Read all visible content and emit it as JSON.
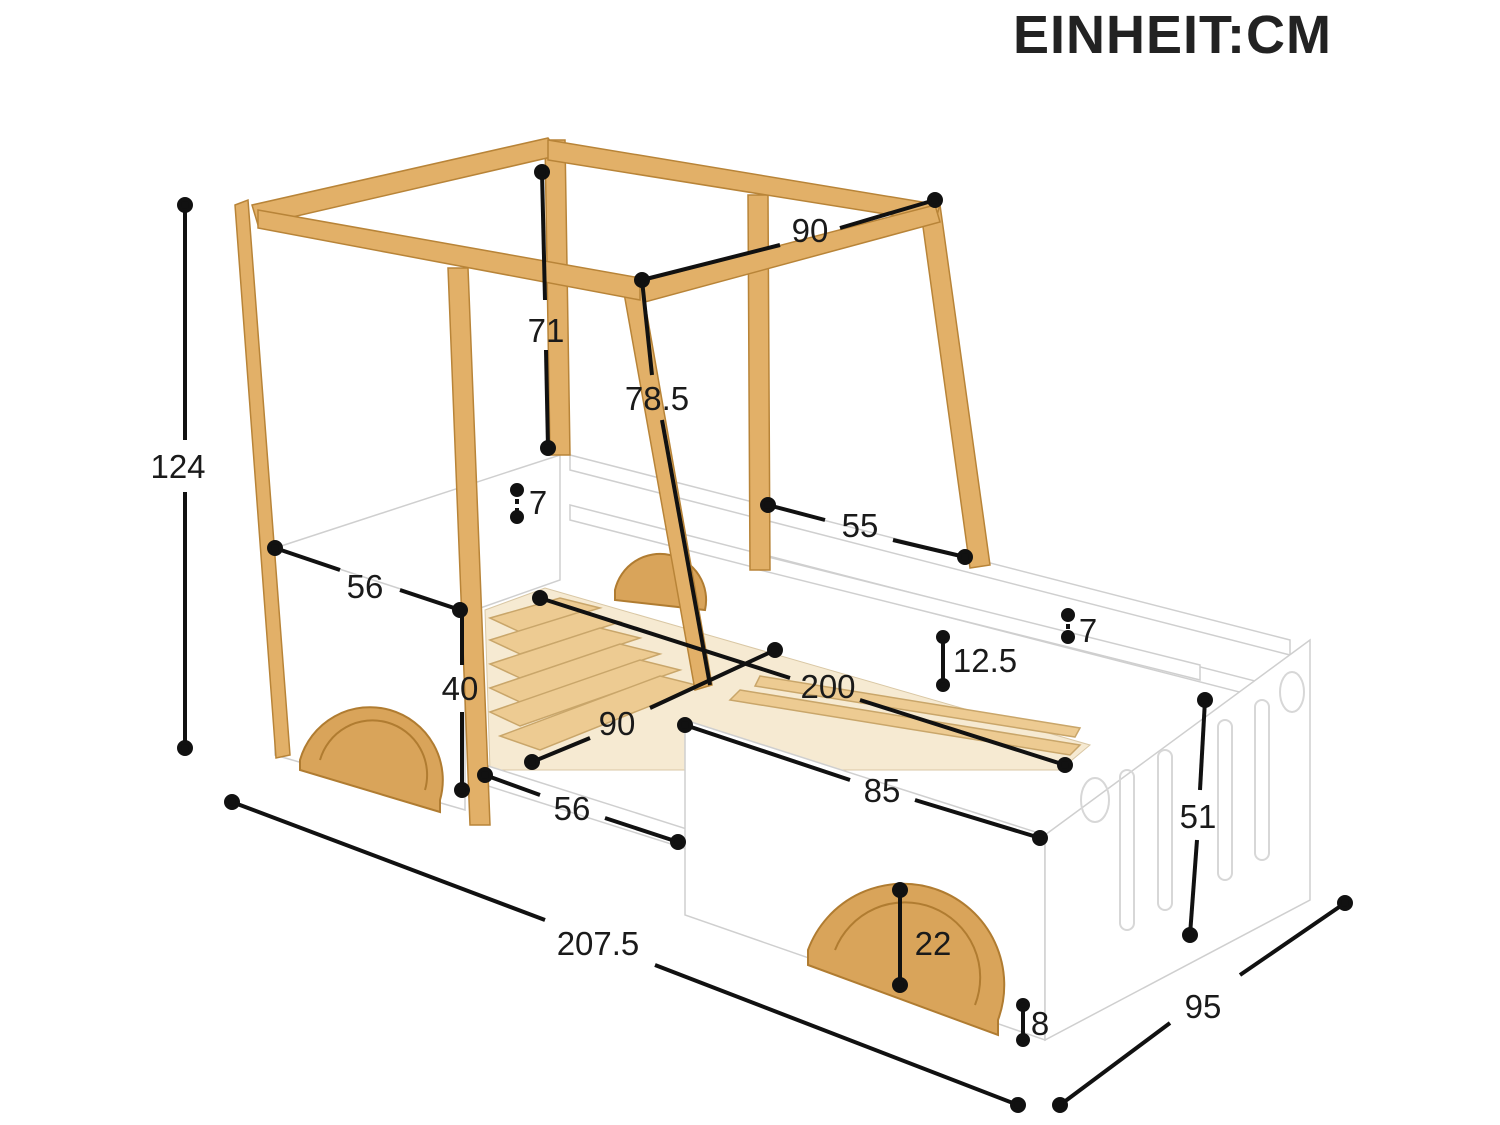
{
  "unit_label": "EINHEIT:CM",
  "colors": {
    "wood": "#E2B068",
    "wood_dark": "#C7913F",
    "white_panel": "#FFFFFF",
    "panel_edge": "#CFCFCF",
    "slat": "#EDCB92",
    "dim_line": "#111111"
  },
  "dimensions": {
    "total_height": "124",
    "roof_width": "90",
    "post_upper": "71",
    "windshield": "78.5",
    "side_gap": "7",
    "side_rail": "55",
    "rear_rail_gap": "7",
    "rail_height": "12.5",
    "cab_length": "56",
    "cab_height": "40",
    "mattress_length": "200",
    "mattress_width": "90",
    "step_length": "56",
    "hood_length": "85",
    "hood_height": "51",
    "wheel_height": "22",
    "ground_clearance": "8",
    "total_length": "207.5",
    "total_width": "95"
  }
}
